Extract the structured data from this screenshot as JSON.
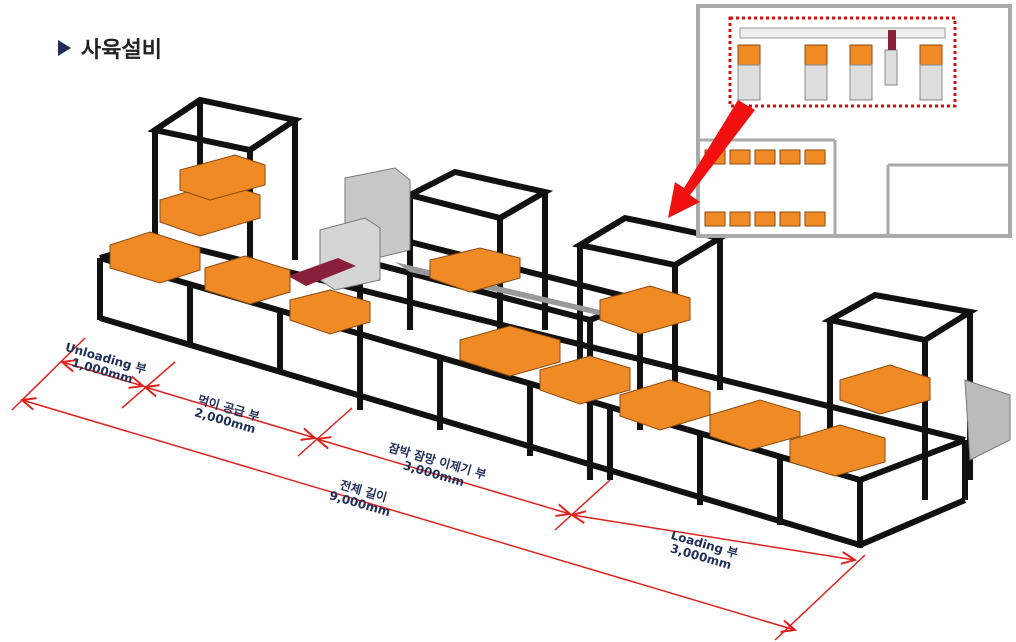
{
  "header": {
    "title": "사육설비"
  },
  "dimensions": [
    {
      "label": "Unloading 부",
      "value": "1,000mm"
    },
    {
      "label": "먹이 공급 부",
      "value": "2,000mm"
    },
    {
      "label": "잠박 잠망 이제기 부",
      "value": "3,000mm"
    },
    {
      "label": "Loading 부",
      "value": "3,000mm"
    },
    {
      "label": "전체 길이",
      "value": "9,000mm"
    }
  ],
  "colors": {
    "frame": "#111111",
    "tray": "#f08a24",
    "dimension": "#e0201c",
    "text": "#1f2f5a",
    "plate": "#8a1f3c",
    "box": "#c8c8c8"
  }
}
